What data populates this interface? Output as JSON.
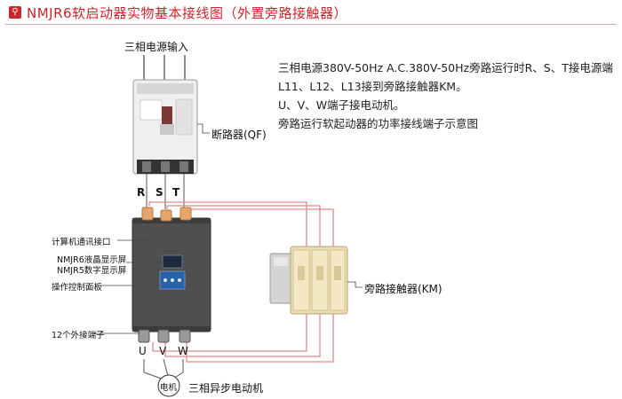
{
  "header": {
    "icon": "search-icon",
    "title": "NMJR6软启动器实物基本接线图（外置旁路接触器）",
    "accent": "#c9252c"
  },
  "description": {
    "lines": [
      "三相电源380V-50Hz A.C.380V-50Hz旁路运行时R、S、T接电源端",
      "L11、L12、L13接到旁路接触器KM。",
      "U、V、W端子接电动机。",
      "旁路运行软起动器的功率接线端子示意图"
    ]
  },
  "labels": {
    "power_input": "三相电源输入",
    "breaker": "断路器(QF)",
    "phase_r": "R",
    "phase_s": "S",
    "phase_t": "T",
    "comm_port": "计算机通讯接口",
    "lcd_display": "NMJR6液晶显示屏",
    "led_display": "NMJR5数字显示屏",
    "panel": "操作控制面板",
    "terminals": "12个外接端子",
    "out_u": "U",
    "out_v": "V",
    "out_w": "W",
    "bypass_contactor": "旁路接触器(KM)",
    "motor_symbol": "电机",
    "motor": "三相异步电动机"
  },
  "colors": {
    "wire": "#e08a8a",
    "starter_body": "#4f4f4f",
    "breaker_body": "#eeeeee",
    "contactor_body": "#e9dcb0"
  }
}
